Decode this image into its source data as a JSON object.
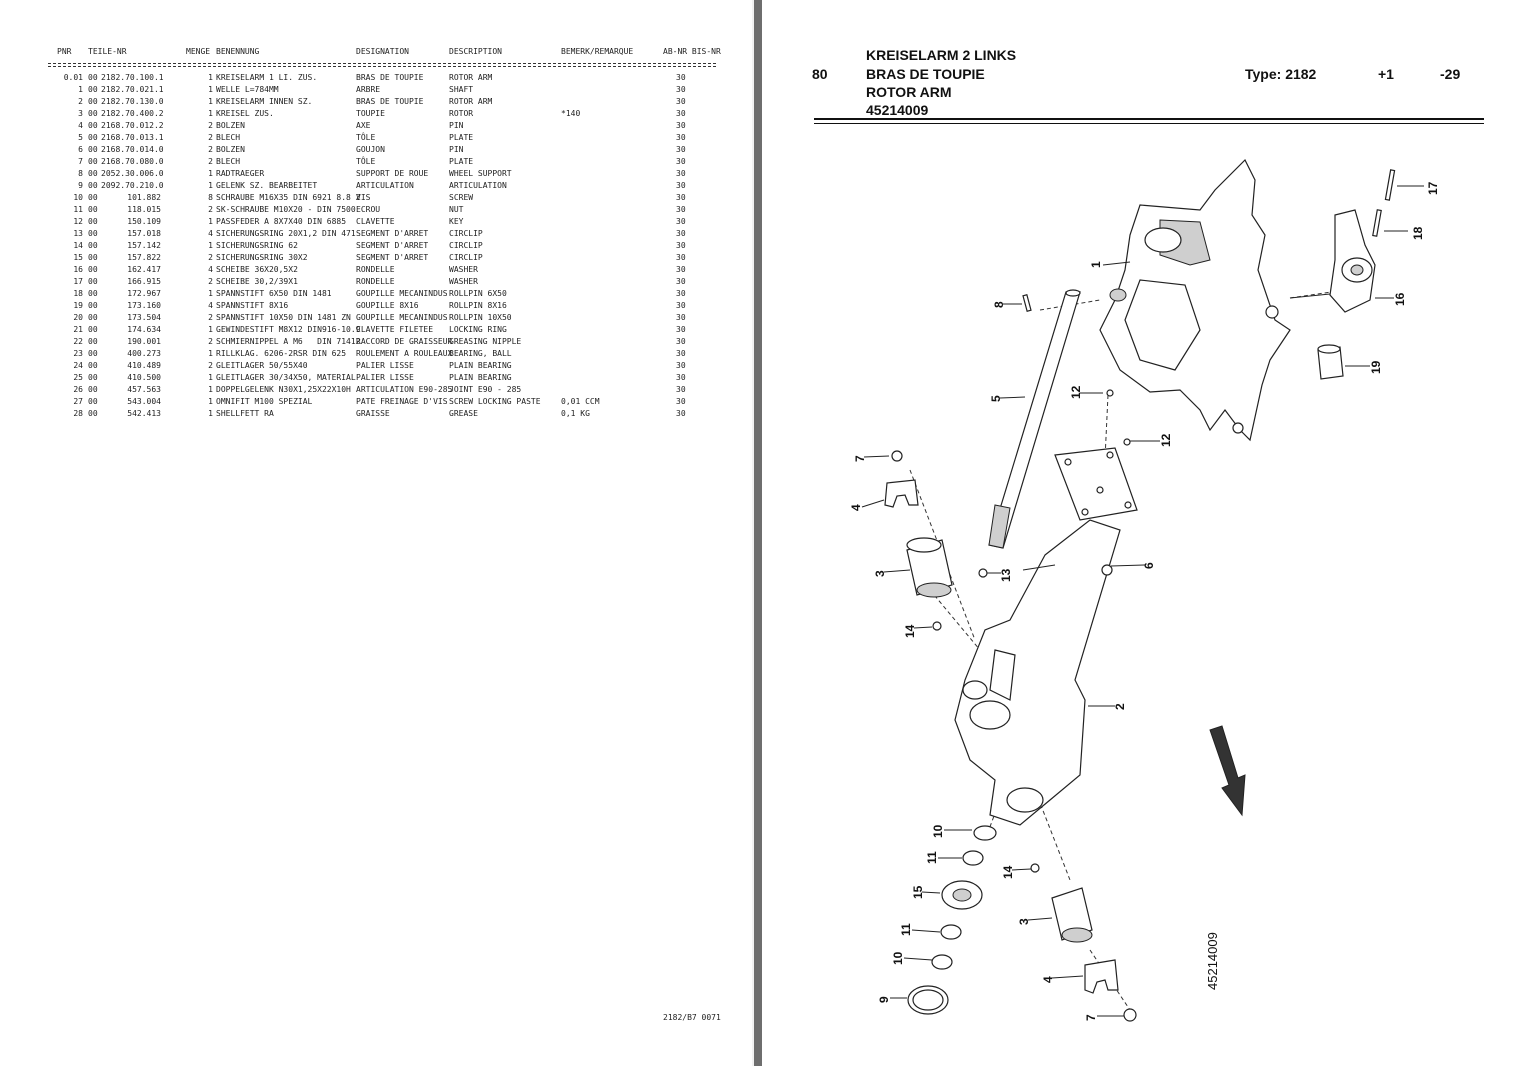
{
  "table_headers": {
    "pnr": "PNR",
    "teile_nr": "TEILE-NR",
    "menge": "MENGE",
    "benennung": "BENENNUNG",
    "designation": "DESIGNATION",
    "description": "DESCRIPTION",
    "bemerk": "BEMERK/REMARQUE",
    "ab_bis": "AB-NR BIS-NR"
  },
  "parts": [
    {
      "pnr": "0.01",
      "pre": "00",
      "nr": "2182.70.100.1",
      "qty": "1",
      "de": "KREISELARM 1 LI. ZUS.",
      "fr": "BRAS DE TOUPIE",
      "en": "ROTOR ARM",
      "rem": "",
      "ab": "30"
    },
    {
      "pnr": "1",
      "pre": "00",
      "nr": "2182.70.021.1",
      "qty": "1",
      "de": "WELLE L=784MM",
      "fr": "ARBRE",
      "en": "SHAFT",
      "rem": "",
      "ab": "30"
    },
    {
      "pnr": "2",
      "pre": "00",
      "nr": "2182.70.130.0",
      "qty": "1",
      "de": "KREISELARM INNEN SZ.",
      "fr": "BRAS DE TOUPIE",
      "en": "ROTOR ARM",
      "rem": "",
      "ab": "30"
    },
    {
      "pnr": "3",
      "pre": "00",
      "nr": "2182.70.400.2",
      "qty": "1",
      "de": "KREISEL ZUS.",
      "fr": "TOUPIE",
      "en": "ROTOR",
      "rem": "*140",
      "ab": "30"
    },
    {
      "pnr": "4",
      "pre": "00",
      "nr": "2168.70.012.2",
      "qty": "2",
      "de": "BOLZEN",
      "fr": "AXE",
      "en": "PIN",
      "rem": "",
      "ab": "30"
    },
    {
      "pnr": "5",
      "pre": "00",
      "nr": "2168.70.013.1",
      "qty": "2",
      "de": "BLECH",
      "fr": "TÔLE",
      "en": "PLATE",
      "rem": "",
      "ab": "30"
    },
    {
      "pnr": "6",
      "pre": "00",
      "nr": "2168.70.014.0",
      "qty": "2",
      "de": "BOLZEN",
      "fr": "GOUJON",
      "en": "PIN",
      "rem": "",
      "ab": "30"
    },
    {
      "pnr": "7",
      "pre": "00",
      "nr": "2168.70.080.0",
      "qty": "2",
      "de": "BLECH",
      "fr": "TÔLE",
      "en": "PLATE",
      "rem": "",
      "ab": "30"
    },
    {
      "pnr": "8",
      "pre": "00",
      "nr": "2052.30.006.0",
      "qty": "1",
      "de": "RADTRAEGER",
      "fr": "SUPPORT DE ROUE",
      "en": "WHEEL SUPPORT",
      "rem": "",
      "ab": "30"
    },
    {
      "pnr": "9",
      "pre": "00",
      "nr": "2092.70.210.0",
      "qty": "1",
      "de": "GELENK SZ. BEARBEITET",
      "fr": "ARTICULATION",
      "en": "ARTICULATION",
      "rem": "",
      "ab": "30"
    },
    {
      "pnr": "10",
      "pre": "00",
      "nr": "101.882",
      "qty": "8",
      "de": "SCHRAUBE M16X35 DIN 6921 8.8 Z",
      "fr": "VIS",
      "en": "SCREW",
      "rem": "",
      "ab": "30"
    },
    {
      "pnr": "11",
      "pre": "00",
      "nr": "118.015",
      "qty": "2",
      "de": "SK-SCHRAUBE M10X20 - DIN 7500",
      "fr": "ECROU",
      "en": "NUT",
      "rem": "",
      "ab": "30"
    },
    {
      "pnr": "12",
      "pre": "00",
      "nr": "150.109",
      "qty": "1",
      "de": "PASSFEDER A 8X7X40 DIN 6885",
      "fr": "CLAVETTE",
      "en": "KEY",
      "rem": "",
      "ab": "30"
    },
    {
      "pnr": "13",
      "pre": "00",
      "nr": "157.018",
      "qty": "4",
      "de": "SICHERUNGSRING 20X1,2 DIN 471",
      "fr": "SEGMENT D'ARRET",
      "en": "CIRCLIP",
      "rem": "",
      "ab": "30"
    },
    {
      "pnr": "14",
      "pre": "00",
      "nr": "157.142",
      "qty": "1",
      "de": "SICHERUNGSRING 62",
      "fr": "SEGMENT D'ARRET",
      "en": "CIRCLIP",
      "rem": "",
      "ab": "30"
    },
    {
      "pnr": "15",
      "pre": "00",
      "nr": "157.822",
      "qty": "2",
      "de": "SICHERUNGSRING 30X2",
      "fr": "SEGMENT D'ARRET",
      "en": "CIRCLIP",
      "rem": "",
      "ab": "30"
    },
    {
      "pnr": "16",
      "pre": "00",
      "nr": "162.417",
      "qty": "4",
      "de": "SCHEIBE 36X20,5X2",
      "fr": "RONDELLE",
      "en": "WASHER",
      "rem": "",
      "ab": "30"
    },
    {
      "pnr": "17",
      "pre": "00",
      "nr": "166.915",
      "qty": "2",
      "de": "SCHEIBE 30,2/39X1",
      "fr": "RONDELLE",
      "en": "WASHER",
      "rem": "",
      "ab": "30"
    },
    {
      "pnr": "18",
      "pre": "00",
      "nr": "172.967",
      "qty": "1",
      "de": "SPANNSTIFT 6X50 DIN 1481",
      "fr": "GOUPILLE MECANINDUS",
      "en": "ROLLPIN 6X50",
      "rem": "",
      "ab": "30"
    },
    {
      "pnr": "19",
      "pre": "00",
      "nr": "173.160",
      "qty": "4",
      "de": "SPANNSTIFT 8X16",
      "fr": "GOUPILLE 8X16",
      "en": "ROLLPIN 8X16",
      "rem": "",
      "ab": "30"
    },
    {
      "pnr": "20",
      "pre": "00",
      "nr": "173.504",
      "qty": "2",
      "de": "SPANNSTIFT 10X50 DIN 1481 ZN",
      "fr": "GOUPILLE MECANINDUS",
      "en": "ROLLPIN 10X50",
      "rem": "",
      "ab": "30"
    },
    {
      "pnr": "21",
      "pre": "00",
      "nr": "174.634",
      "qty": "1",
      "de": "GEWINDESTIFT M8X12 DIN916-10.9",
      "fr": "CLAVETTE FILETEE",
      "en": "LOCKING RING",
      "rem": "",
      "ab": "30"
    },
    {
      "pnr": "22",
      "pre": "00",
      "nr": "190.001",
      "qty": "2",
      "de": "SCHMIERNIPPEL A M6   DIN 71412",
      "fr": "RACCORD DE GRAISSEUR",
      "en": "GREASING NIPPLE",
      "rem": "",
      "ab": "30"
    },
    {
      "pnr": "23",
      "pre": "00",
      "nr": "400.273",
      "qty": "1",
      "de": "RILLKLAG. 6206-2RSR DIN 625",
      "fr": "ROULEMENT A ROULEAUX",
      "en": "BEARING, BALL",
      "rem": "",
      "ab": "30"
    },
    {
      "pnr": "24",
      "pre": "00",
      "nr": "410.489",
      "qty": "2",
      "de": "GLEITLAGER 50/55X40",
      "fr": "PALIER LISSE",
      "en": "PLAIN BEARING",
      "rem": "",
      "ab": "30"
    },
    {
      "pnr": "25",
      "pre": "00",
      "nr": "410.500",
      "qty": "1",
      "de": "GLEITLAGER 30/34X50, MATERIAL",
      "fr": "PALIER LISSE",
      "en": "PLAIN BEARING",
      "rem": "",
      "ab": "30"
    },
    {
      "pnr": "26",
      "pre": "00",
      "nr": "457.563",
      "qty": "1",
      "de": "DOPPELGELENK N30X1,25X22X10H",
      "fr": "ARTICULATION E90-285",
      "en": "JOINT E90 - 285",
      "rem": "",
      "ab": "30"
    },
    {
      "pnr": "27",
      "pre": "00",
      "nr": "543.004",
      "qty": "1",
      "de": "OMNIFIT M100 SPEZIAL",
      "fr": "PATE FREINAGE D'VIS",
      "en": "SCREW LOCKING PASTE",
      "rem": "0,01 CCM",
      "ab": "30"
    },
    {
      "pnr": "28",
      "pre": "00",
      "nr": "542.413",
      "qty": "1",
      "de": "SHELLFETT RA",
      "fr": "GRAISSE",
      "en": "GREASE",
      "rem": "0,1 KG",
      "ab": "30"
    }
  ],
  "footer_code": "2182/B7 0071",
  "right_header": {
    "page_number": "80",
    "title_lines": [
      "KREISELARM 2 LINKS",
      "BRAS DE TOUPIE",
      "ROTOR ARM",
      "45214009"
    ],
    "type_label": "Type: 2182",
    "from_serial": "+1",
    "to_serial": "-29"
  },
  "diagram": {
    "vertical_id": "45214009",
    "callouts": [
      "1",
      "2",
      "3",
      "3",
      "4",
      "4",
      "5",
      "6",
      "7",
      "7",
      "8",
      "9",
      "10",
      "10",
      "11",
      "11",
      "12",
      "12",
      "13",
      "14",
      "14",
      "15",
      "16",
      "17",
      "18",
      "19"
    ]
  },
  "colors": {
    "divider": "#6e6e6e",
    "ink": "#222222"
  }
}
